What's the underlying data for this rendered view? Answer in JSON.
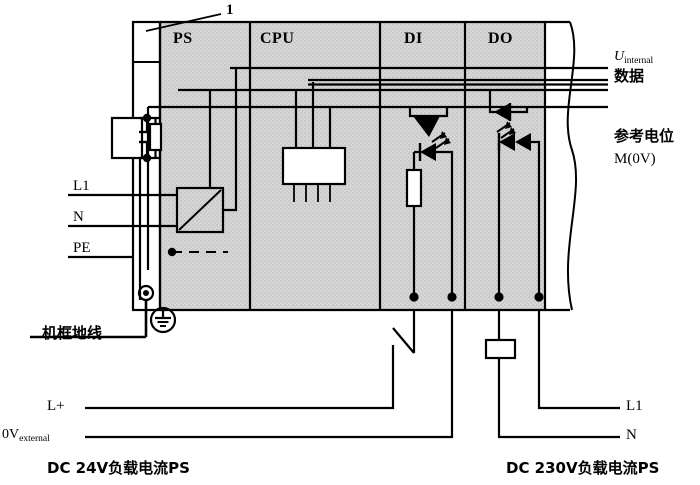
{
  "diagram": {
    "callout": "1",
    "modules": [
      {
        "id": "ps",
        "label": "PS"
      },
      {
        "id": "cpu",
        "label": "CPU"
      },
      {
        "id": "di",
        "label": "DI"
      },
      {
        "id": "do",
        "label": "DO"
      }
    ],
    "right_labels": {
      "u_internal_main": "U",
      "u_internal_sub": "internal",
      "data": "数据",
      "reference_potential": "参考电位",
      "m_zero_v": "M(0V)"
    },
    "left_labels": {
      "l1": "L1",
      "n": "N",
      "pe": "PE",
      "chassis_ground": "机框地线"
    },
    "bottom_left_labels": {
      "l_plus": "L+",
      "zero_v_main": "0V",
      "zero_v_sub": "external",
      "caption": "DC 24V负载电流PS"
    },
    "bottom_right_labels": {
      "l1": "L1",
      "n": "N",
      "caption": "DC 230V负载电流PS"
    },
    "colors": {
      "line": "#000000",
      "module_fill": "#d2d2d2",
      "chip_fill": "#ffffff",
      "background": "#ffffff"
    },
    "icons": {
      "protective_earth": "protective-earth-icon",
      "ground_terminal": "ground-terminal-icon",
      "optocoupler_di": "optocoupler-phototransistor-icon",
      "optocoupler_do": "optocoupler-triac-icon",
      "resistor": "resistor-icon",
      "capacitor": "capacitor-icon",
      "converter": "converter-block-icon",
      "switch": "switch-contact-icon",
      "load": "load-block-icon",
      "break_line": "break-line-icon"
    }
  }
}
